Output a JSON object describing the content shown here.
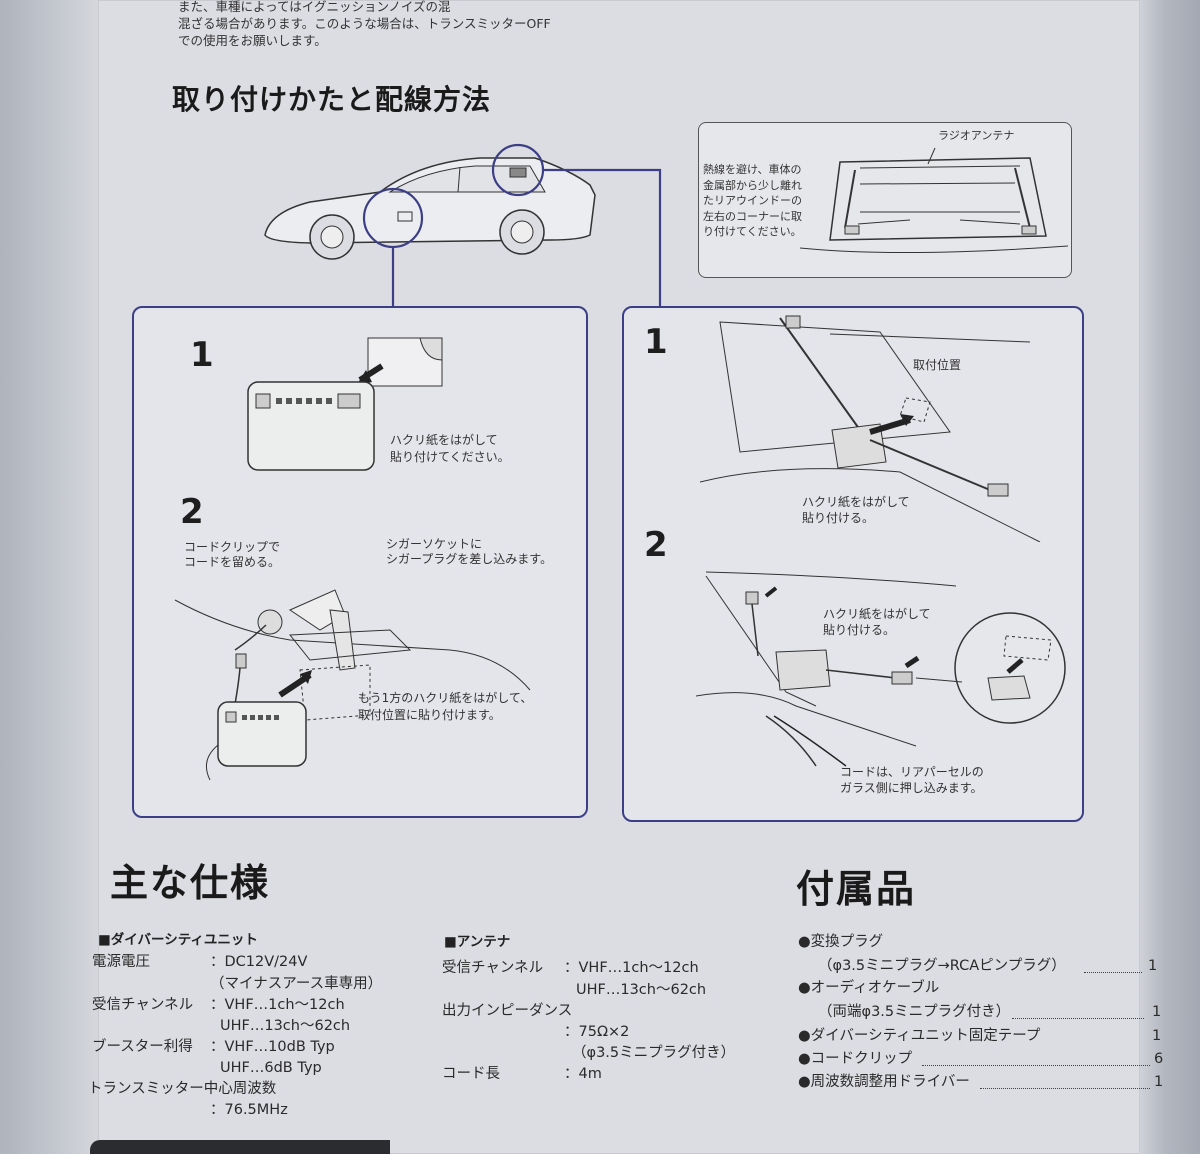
{
  "intro": {
    "line1": "また、車種によってはイグニッションノイズの混",
    "line2": "混ざる場合があります。このような場合は、トランスミッターOFF",
    "line3": "での使用をお願いします。"
  },
  "install_title": "取り付けかたと配線方法",
  "rear_window": {
    "antenna_label": "ラジオアンテナ",
    "note": [
      "熱線を避け、車体の",
      "金属部から少し離れ",
      "たリアウインドーの",
      "左右のコーナーに取",
      "り付けてください。"
    ]
  },
  "left_panel": {
    "step1_num": "1",
    "step1_note": [
      "ハクリ紙をはがして",
      "貼り付けてください。"
    ],
    "step2_num": "2",
    "clip_note": [
      "コードクリップで",
      "コードを留める。"
    ],
    "socket_note": [
      "シガーソケットに",
      "シガープラグを差し込みます。"
    ],
    "paper_note": [
      "もう1方のハクリ紙をはがして、",
      "取付位置に貼り付けます。"
    ]
  },
  "right_panel": {
    "step1_num": "1",
    "position_label": "取付位置",
    "step1_note": [
      "ハクリ紙をはがして",
      "貼り付ける。"
    ],
    "step2_num": "2",
    "step2_note": [
      "ハクリ紙をはがして",
      "貼り付ける。"
    ],
    "cord_note": [
      "コードは、リアパーセルの",
      "ガラス側に押し込みます。"
    ]
  },
  "specs": {
    "title": "主な仕様",
    "diversity": {
      "header": "■ダイバーシティユニット",
      "rows": [
        {
          "label": "電源電圧",
          "value": "：DC12V/24V"
        },
        {
          "label": "",
          "value": "（マイナスアース車専用）"
        },
        {
          "label": "受信チャンネル",
          "value": "：VHF…1ch～12ch"
        },
        {
          "label": "",
          "value": "UHF…13ch～62ch"
        },
        {
          "label": "ブースター利得",
          "value": "：VHF…10dB Typ"
        },
        {
          "label": "",
          "value": "UHF…6dB Typ"
        },
        {
          "label": "トランスミッター中心周波数",
          "value": ""
        },
        {
          "label": "",
          "value": "：76.5MHz"
        }
      ]
    },
    "antenna": {
      "header": "■アンテナ",
      "rows": [
        {
          "label": "受信チャンネル",
          "value": "：VHF…1ch～12ch"
        },
        {
          "label": "",
          "value": "UHF…13ch～62ch"
        },
        {
          "label": "出力インピーダンス",
          "value": ""
        },
        {
          "label": "",
          "value": "：75Ω×2"
        },
        {
          "label": "",
          "value": "（φ3.5ミニプラグ付き）"
        },
        {
          "label": "コード長",
          "value": "：4m"
        }
      ]
    }
  },
  "accessories": {
    "title": "付属品",
    "items": [
      {
        "name": "●変換プラグ",
        "sub": "（φ3.5ミニプラグ→RCAピンプラグ）",
        "qty": "1"
      },
      {
        "name": "●オーディオケーブル",
        "sub": "（両端φ3.5ミニプラグ付き）",
        "qty": "1"
      },
      {
        "name": "●ダイバーシティユニット固定テープ",
        "sub": "",
        "qty": "1"
      },
      {
        "name": "●コードクリップ",
        "sub": "",
        "qty": "6"
      },
      {
        "name": "●周波数調整用ドライバー",
        "sub": "",
        "qty": "1"
      }
    ]
  },
  "colors": {
    "panel_border": "#3c3f86",
    "page_bg": "#dcdde2"
  }
}
